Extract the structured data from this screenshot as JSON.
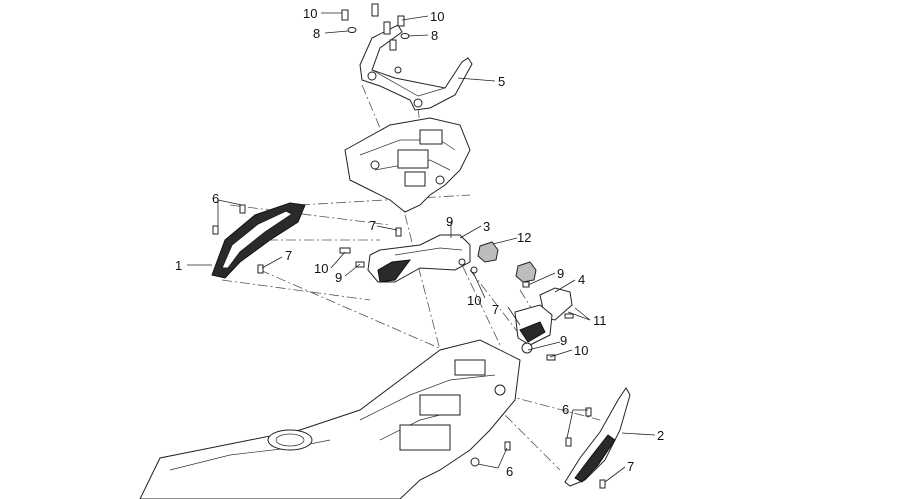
{
  "diagram": {
    "callouts": [
      {
        "id": "c10a",
        "text": "10"
      },
      {
        "id": "c8a",
        "text": "8"
      },
      {
        "id": "c10b",
        "text": "10"
      },
      {
        "id": "c8b",
        "text": "8"
      },
      {
        "id": "c5",
        "text": "5"
      },
      {
        "id": "c6a",
        "text": "6"
      },
      {
        "id": "c1",
        "text": "1"
      },
      {
        "id": "c7a",
        "text": "7"
      },
      {
        "id": "c7b",
        "text": "7"
      },
      {
        "id": "c9a",
        "text": "9"
      },
      {
        "id": "c3",
        "text": "3"
      },
      {
        "id": "c12",
        "text": "12"
      },
      {
        "id": "c10c",
        "text": "10"
      },
      {
        "id": "c9b",
        "text": "9"
      },
      {
        "id": "c9c",
        "text": "9"
      },
      {
        "id": "c4",
        "text": "4"
      },
      {
        "id": "c10d",
        "text": "10"
      },
      {
        "id": "c7c",
        "text": "7"
      },
      {
        "id": "c11",
        "text": "11"
      },
      {
        "id": "c9d",
        "text": "9"
      },
      {
        "id": "c10e",
        "text": "10"
      },
      {
        "id": "c6b",
        "text": "6"
      },
      {
        "id": "c2",
        "text": "2"
      },
      {
        "id": "c6c",
        "text": "6"
      },
      {
        "id": "c7d",
        "text": "7"
      }
    ]
  }
}
